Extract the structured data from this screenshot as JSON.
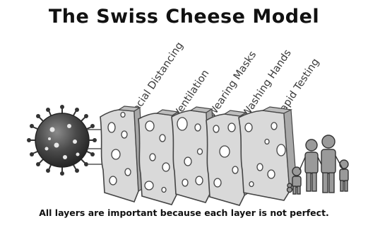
{
  "title": "The Swiss Cheese Model",
  "layers": [
    {
      "label": "Social Distancing"
    },
    {
      "label": "Ventilation"
    },
    {
      "label": "Wearing Masks"
    },
    {
      "label": "Washing Hands"
    },
    {
      "label": "Rapid Testing"
    }
  ],
  "caption": "All layers are important because each layer is not perfect."
}
